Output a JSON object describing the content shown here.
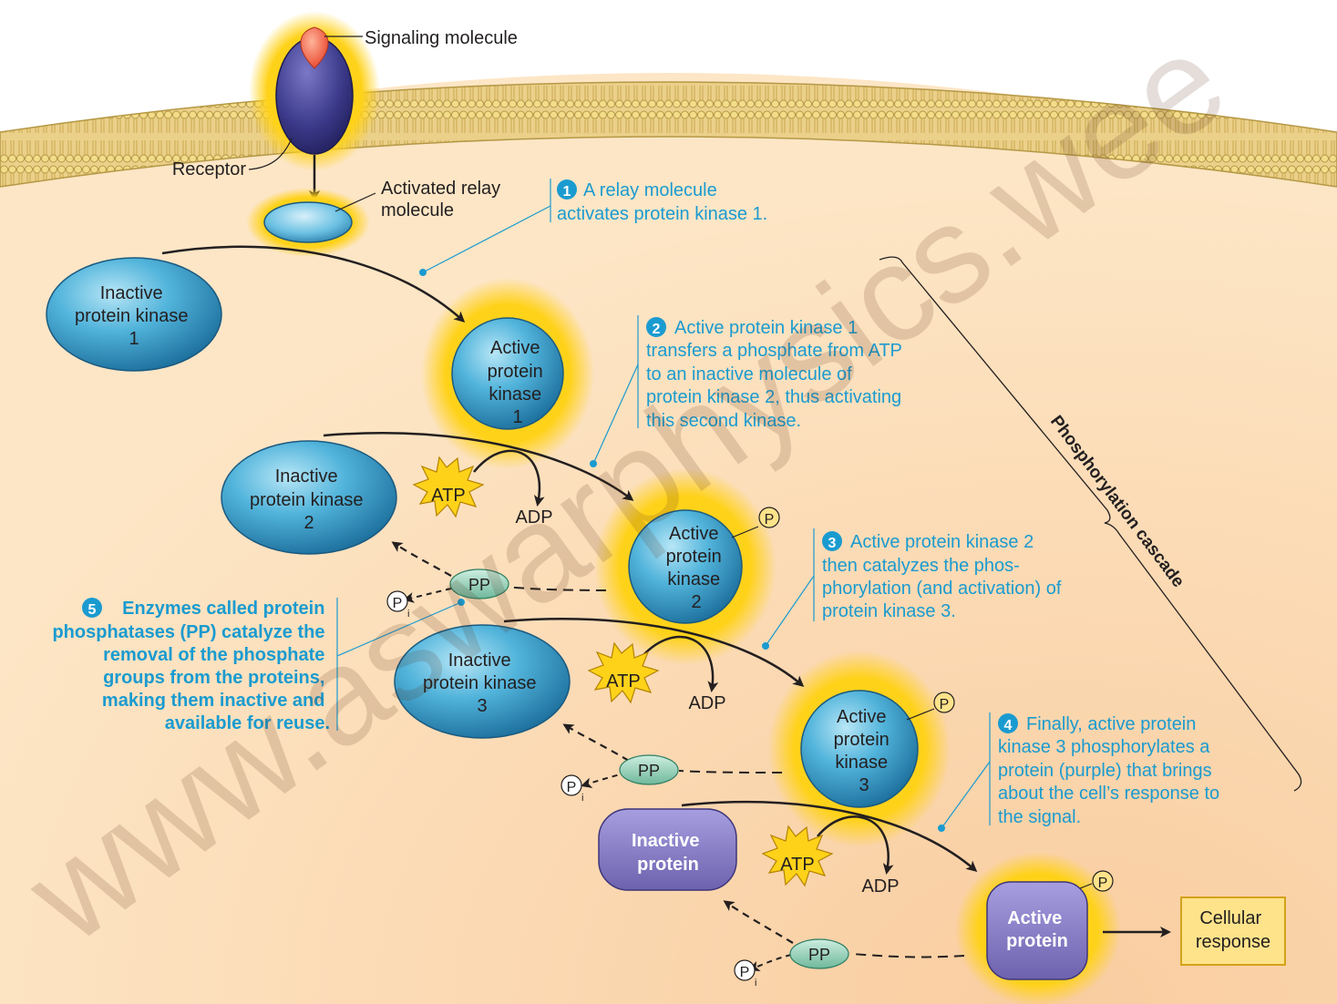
{
  "labels": {
    "signaling_molecule": "Signaling molecule",
    "receptor": "Receptor",
    "activated_relay": [
      "Activated relay",
      "molecule"
    ],
    "inactive_kinase_1": [
      "Inactive",
      "protein kinase",
      "1"
    ],
    "active_kinase_1": [
      "Active",
      "protein",
      "kinase",
      "1"
    ],
    "inactive_kinase_2": [
      "Inactive",
      "protein kinase",
      "2"
    ],
    "active_kinase_2": [
      "Active",
      "protein",
      "kinase",
      "2"
    ],
    "inactive_kinase_3": [
      "Inactive",
      "protein kinase",
      "3"
    ],
    "active_kinase_3": [
      "Active",
      "protein",
      "kinase",
      "3"
    ],
    "inactive_protein": [
      "Inactive",
      "protein"
    ],
    "active_protein": [
      "Active",
      "protein"
    ],
    "atp": "ATP",
    "adp": "ADP",
    "pp": "PP",
    "p": "P",
    "pi_sub": "i",
    "cellular_response": [
      "Cellular",
      "response"
    ],
    "bracket_label": "Phosphorylation cascade"
  },
  "steps": [
    {
      "num": "1",
      "lines": [
        "A relay molecule",
        "activates protein kinase 1."
      ]
    },
    {
      "num": "2",
      "lines": [
        "Active protein kinase 1",
        "transfers a phosphate from ATP",
        "to an inactive molecule of",
        "protein kinase 2, thus activating",
        "this second kinase."
      ]
    },
    {
      "num": "3",
      "lines": [
        "Active protein kinase 2",
        "then catalyzes the phos-",
        "phorylation (and activation) of",
        "protein kinase 3."
      ]
    },
    {
      "num": "4",
      "lines": [
        "Finally, active protein",
        "kinase 3 phosphorylates a",
        "protein (purple) that brings",
        "about the cell’s response to",
        "the signal."
      ]
    },
    {
      "num": "5",
      "lines": [
        "Enzymes called protein",
        "phosphatases (PP) catalyze the",
        "removal of the phosphate",
        "groups from the proteins,",
        "making them inactive and",
        "available for reuse."
      ]
    }
  ],
  "watermark": "www.aswarphysics.wee",
  "colors": {
    "cytoplasm": "#fce3c0",
    "glow": "#ffd21a",
    "kinase": "#3fa7d0",
    "caption": "#1a9bd0",
    "protein": "#7f73bd",
    "phosphatase": "#9fd3bd",
    "response_box": "#fee38a"
  }
}
